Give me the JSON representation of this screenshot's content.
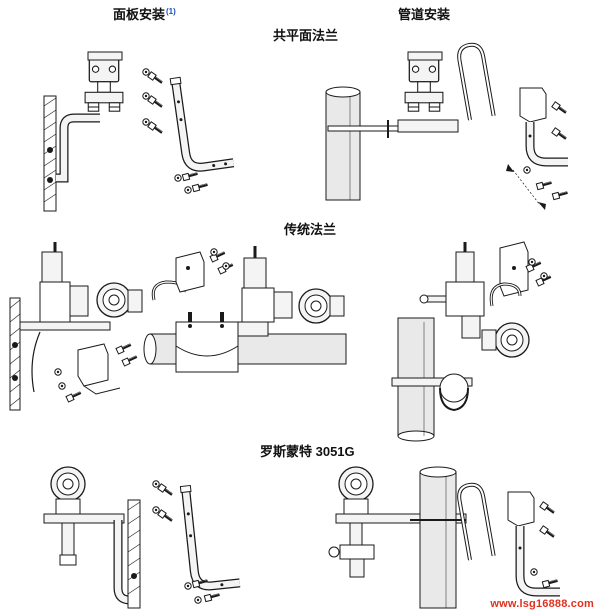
{
  "headings": {
    "panel_mount": "面板安装",
    "panel_mount_note": "(1)",
    "pipe_mount": "管道安装",
    "coplanar_flange": "共平面法兰",
    "traditional_flange": "传统法兰",
    "rosemount_3051g": "罗斯蒙特 3051G"
  },
  "watermark": "www.lsg16888.com",
  "colors": {
    "line": "#1a1a1a",
    "pipe_fill": "#e9e9e9",
    "metal_fill": "#f4f4f4",
    "watermark": "#e0301e",
    "note_blue": "#1a4fbf"
  }
}
